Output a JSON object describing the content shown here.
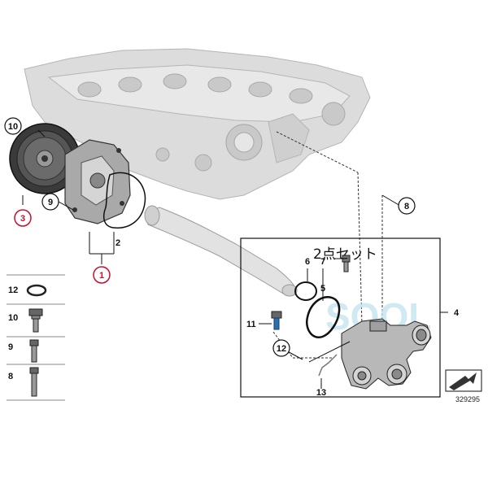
{
  "callouts": {
    "c1": "1",
    "c2": "2",
    "c3": "3",
    "c4": "4",
    "c5": "5",
    "c6": "6",
    "c7": "7",
    "c8": "8",
    "c9": "9",
    "c10": "10",
    "c11": "11",
    "c12": "12",
    "c13": "13"
  },
  "legend": {
    "items": [
      {
        "label": "12",
        "icon": "o-ring-seal-icon"
      },
      {
        "label": "10",
        "icon": "flange-bolt-icon"
      },
      {
        "label": "9",
        "icon": "bolt-icon"
      },
      {
        "label": "8",
        "icon": "bolt-icon"
      }
    ]
  },
  "overlay_text": "2点セット",
  "part_number": "329295",
  "watermark": "SOQL",
  "colors": {
    "highlight_red": "#c8102e",
    "engine_gray": "#d9d9d9",
    "line": "#222222",
    "watermark": "#bfe3ee"
  }
}
